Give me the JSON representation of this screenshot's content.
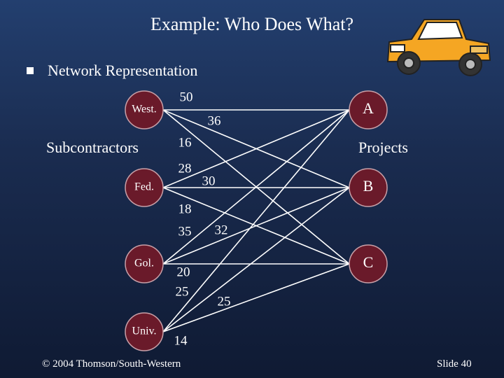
{
  "slide": {
    "title": "Example:  Who Does What?",
    "bullet": "Network Representation",
    "left_group_label": "Subcontractors",
    "right_group_label": "Projects",
    "footer_left": "© 2004  Thomson/South-Western",
    "footer_right": "Slide  40"
  },
  "network": {
    "sources": [
      {
        "id": "west",
        "label": "West."
      },
      {
        "id": "fed",
        "label": "Fed."
      },
      {
        "id": "gol",
        "label": "Gol."
      },
      {
        "id": "univ",
        "label": "Univ."
      }
    ],
    "projects": [
      {
        "id": "a",
        "label": "A"
      },
      {
        "id": "b",
        "label": "B"
      },
      {
        "id": "c",
        "label": "C"
      }
    ],
    "arcs": [
      {
        "from": "west",
        "to": "a",
        "cost": "50"
      },
      {
        "from": "west",
        "to": "b",
        "cost": "36"
      },
      {
        "from": "west",
        "to": "c",
        "cost": "16"
      },
      {
        "from": "fed",
        "to": "a",
        "cost": "28"
      },
      {
        "from": "fed",
        "to": "b",
        "cost": "30"
      },
      {
        "from": "fed",
        "to": "c",
        "cost": "18"
      },
      {
        "from": "gol",
        "to": "a",
        "cost": "35"
      },
      {
        "from": "gol",
        "to": "b",
        "cost": "32"
      },
      {
        "from": "gol",
        "to": "c",
        "cost": "20"
      },
      {
        "from": "univ",
        "to": "a",
        "cost": "25"
      },
      {
        "from": "univ",
        "to": "b",
        "cost": "25"
      },
      {
        "from": "univ",
        "to": "c",
        "cost": "14"
      }
    ]
  },
  "colors": {
    "node_fill": "#6a1a2a",
    "node_stroke": "#c8a0a8",
    "arc": "#ffffff",
    "truck_body": "#f5a623"
  }
}
